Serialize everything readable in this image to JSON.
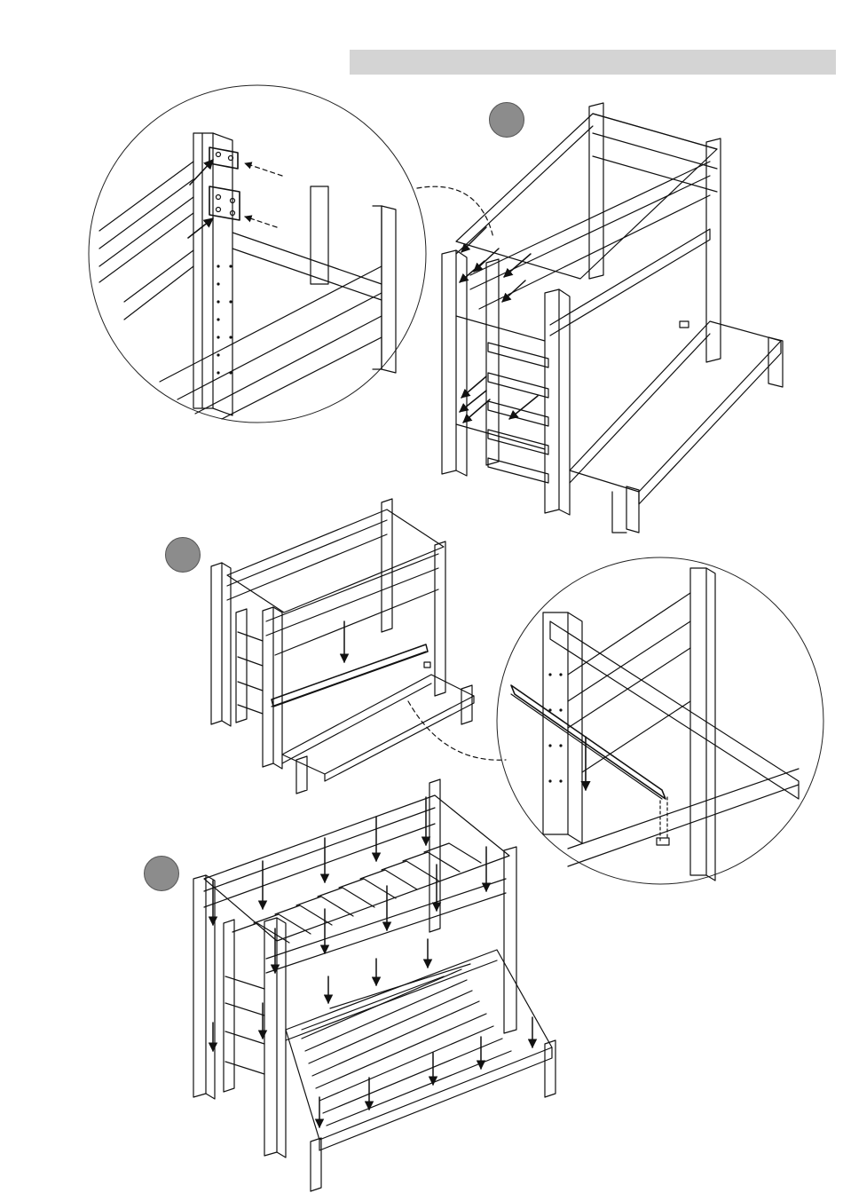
{
  "page": {
    "header_text": "",
    "background_color": "#ffffff",
    "header_bar_color": "#d4d4d4"
  },
  "steps": [
    {
      "number": "",
      "badge_color": "#8c8c8c",
      "figure": "bunk-bed-ladder-attachment"
    },
    {
      "number": "",
      "badge_color": "#8c8c8c",
      "figure": "bunk-bed-center-rail-insertion"
    },
    {
      "number": "",
      "badge_color": "#8c8c8c",
      "figure": "bunk-bed-slat-installation"
    }
  ],
  "details": [
    {
      "name": "ladder-bracket-detail",
      "icon": "bracket-plate-icon"
    },
    {
      "name": "rail-slot-detail",
      "icon": "rail-clip-icon"
    }
  ],
  "line_color": "#111111"
}
